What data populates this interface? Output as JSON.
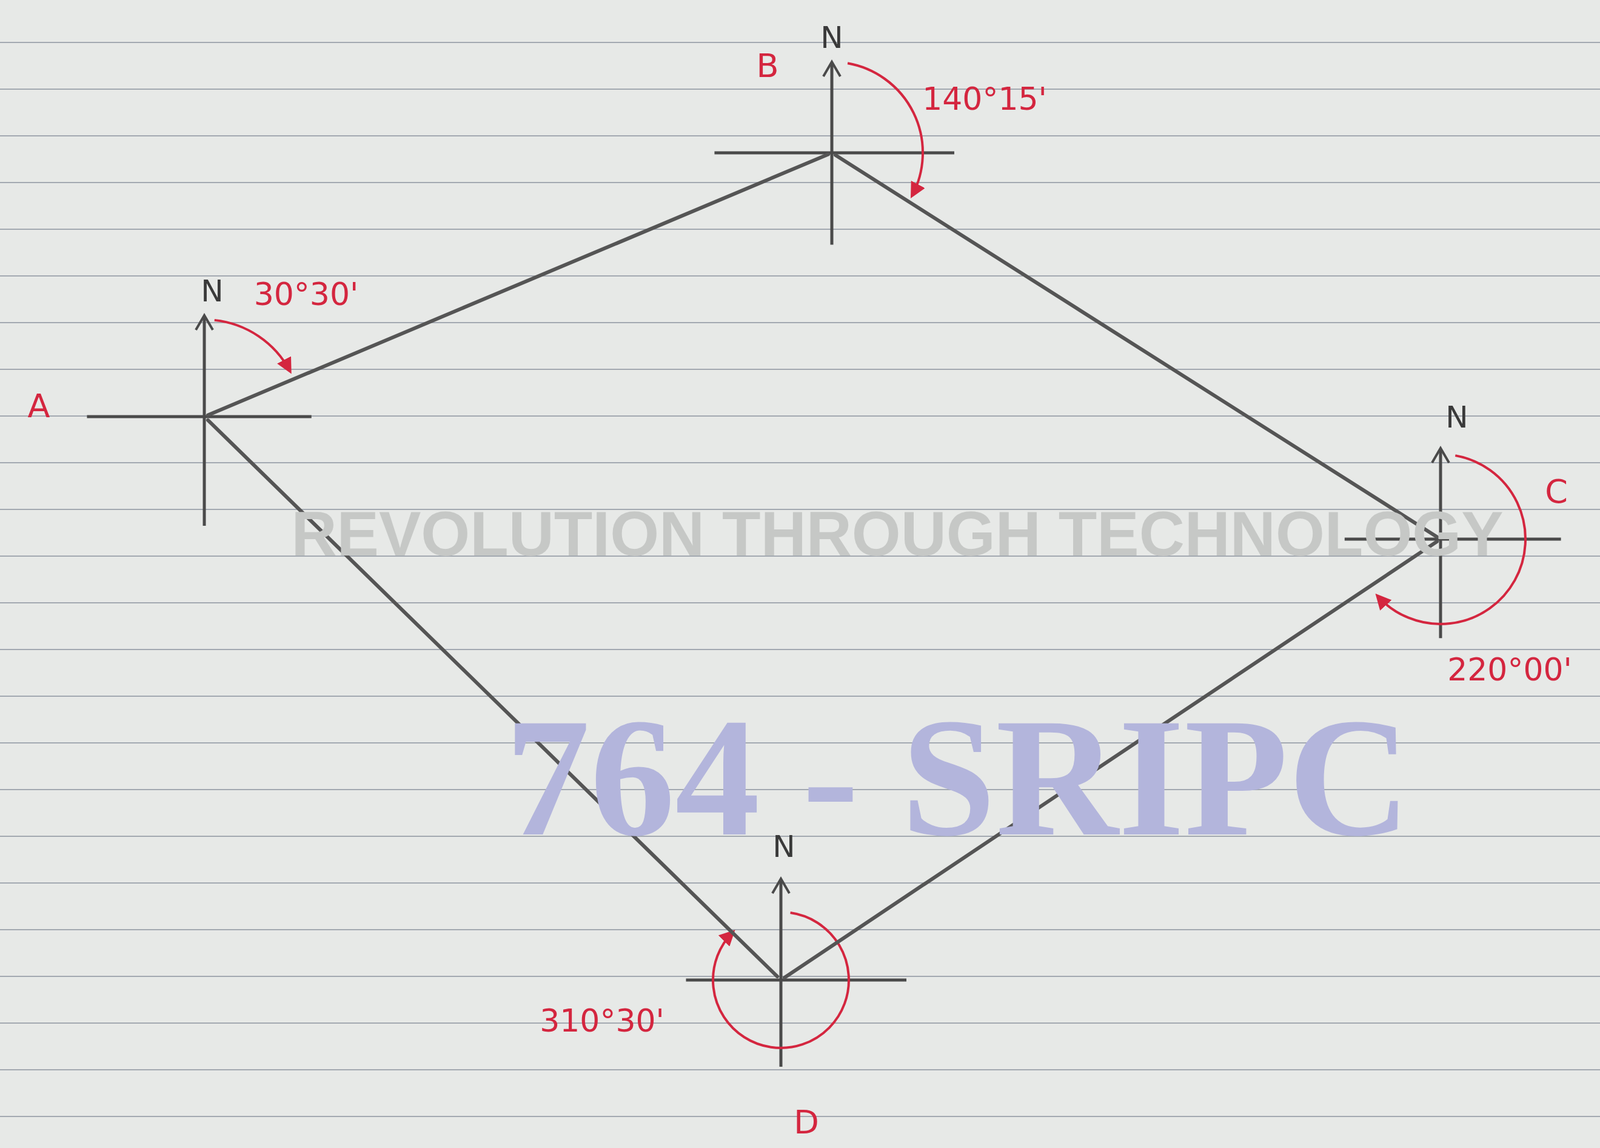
{
  "diagram": {
    "nodes": [
      {
        "text": [
          "A"
        ]
      },
      {
        "text": [
          "B"
        ]
      },
      {
        "text": [
          "C"
        ]
      },
      {
        "text": [
          "D"
        ]
      }
    ],
    "edges": [
      {
        "from": 0,
        "to": 1,
        "arrow": "none"
      },
      {
        "from": 1,
        "to": 2,
        "arrow": "none"
      },
      {
        "from": 2,
        "to": 3,
        "arrow": "none"
      },
      {
        "from": 3,
        "to": 0,
        "arrow": "none"
      }
    ],
    "labels": [
      "N",
      "30°30'",
      "N",
      "140°15'",
      "N",
      "220°00'",
      "N",
      "310°30'",
      "REVOLUTION THROUGH TECHNOLOGY",
      "764 - SRIPC"
    ]
  }
}
